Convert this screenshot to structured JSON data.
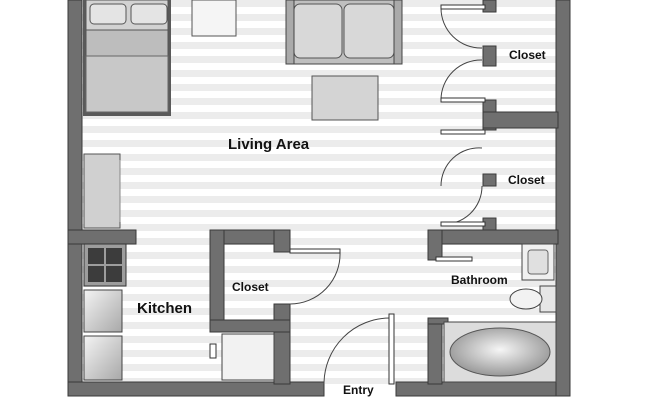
{
  "rooms": {
    "living_area": "Living Area",
    "kitchen": "Kitchen",
    "closet_center": "Closet",
    "closet_top_right": "Closet",
    "closet_mid_right": "Closet",
    "bathroom": "Bathroom",
    "entry": "Entry"
  },
  "colors": {
    "wall": "#6f6f6f",
    "wall_edge": "#3a3a3a",
    "floor_stripe": "#ececec",
    "floor_base": "#ffffff",
    "furniture": "#cfcfcf",
    "furniture_dark": "#9a9a9a"
  }
}
